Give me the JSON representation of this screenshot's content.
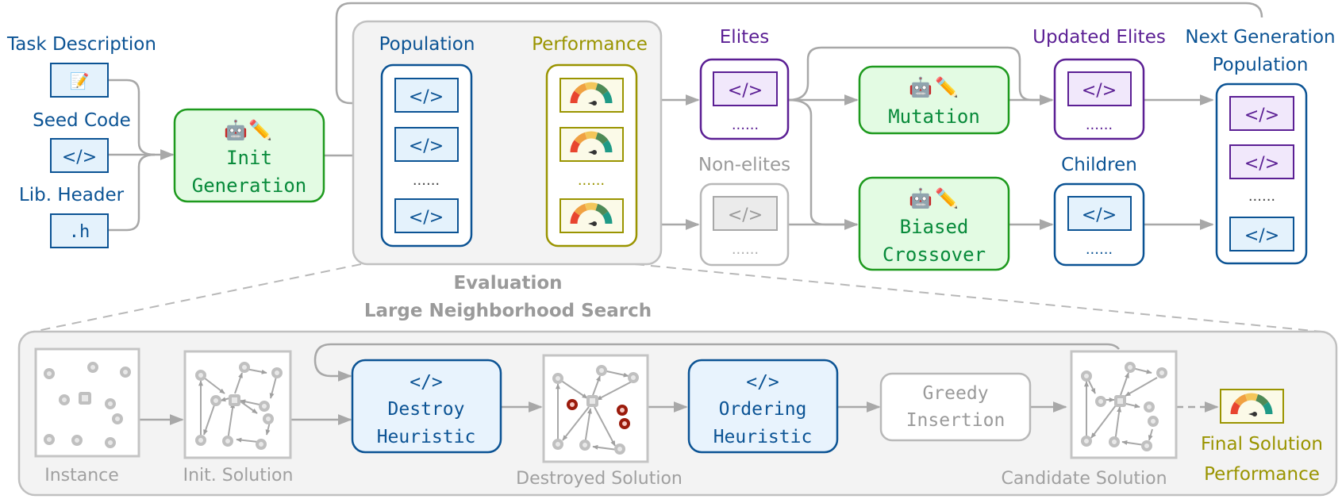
{
  "colors": {
    "blue": "#0b5394",
    "blue_fill": "#e4f2fc",
    "purple": "#5b1f94",
    "purple_fill": "#f1e8fb",
    "green": "#078a3a",
    "green_border": "#1e9a1e",
    "green_fill": "#e3fbe3",
    "olive": "#9a9400",
    "olive_fill": "#fbfae8",
    "gray": "#9a9a9a",
    "panel_fill": "#f3f3f3",
    "red": "#9b1b0c"
  },
  "inputs": {
    "task_description": "Task Description",
    "seed_code": "Seed Code",
    "lib_header": "Lib. Header",
    "lib_header_box": ".h"
  },
  "init_generation": {
    "line1": "Init",
    "line2": "Generation"
  },
  "evaluation_panel": {
    "population_title": "Population",
    "performance_title": "Performance",
    "ellipsis": "......",
    "caption_line1": "Evaluation",
    "caption_line2": "Large Neighborhood Search"
  },
  "selection": {
    "elites": "Elites",
    "non_elites": "Non-elites",
    "ellipsis": "......"
  },
  "operators": {
    "mutation": "Mutation",
    "crossover_line1": "Biased",
    "crossover_line2": "Crossover"
  },
  "results": {
    "updated_elites": "Updated Elites",
    "children": "Children",
    "next_gen_line1": "Next Generation",
    "next_gen_line2": "Population",
    "ellipsis": "......"
  },
  "code_glyph": "</>",
  "lns": {
    "instance": "Instance",
    "init_solution": "Init. Solution",
    "destroy_line1": "Destroy",
    "destroy_line2": "Heuristic",
    "destroyed_solution": "Destroyed Solution",
    "ordering_line1": "Ordering",
    "ordering_line2": "Heuristic",
    "greedy_line1": "Greedy",
    "greedy_line2": "Insertion",
    "candidate_solution": "Candidate Solution",
    "final_line1": "Final Solution",
    "final_line2": "Performance"
  },
  "icons": {
    "robot": "🤖",
    "pencil": "✏️",
    "memo": "📝"
  }
}
